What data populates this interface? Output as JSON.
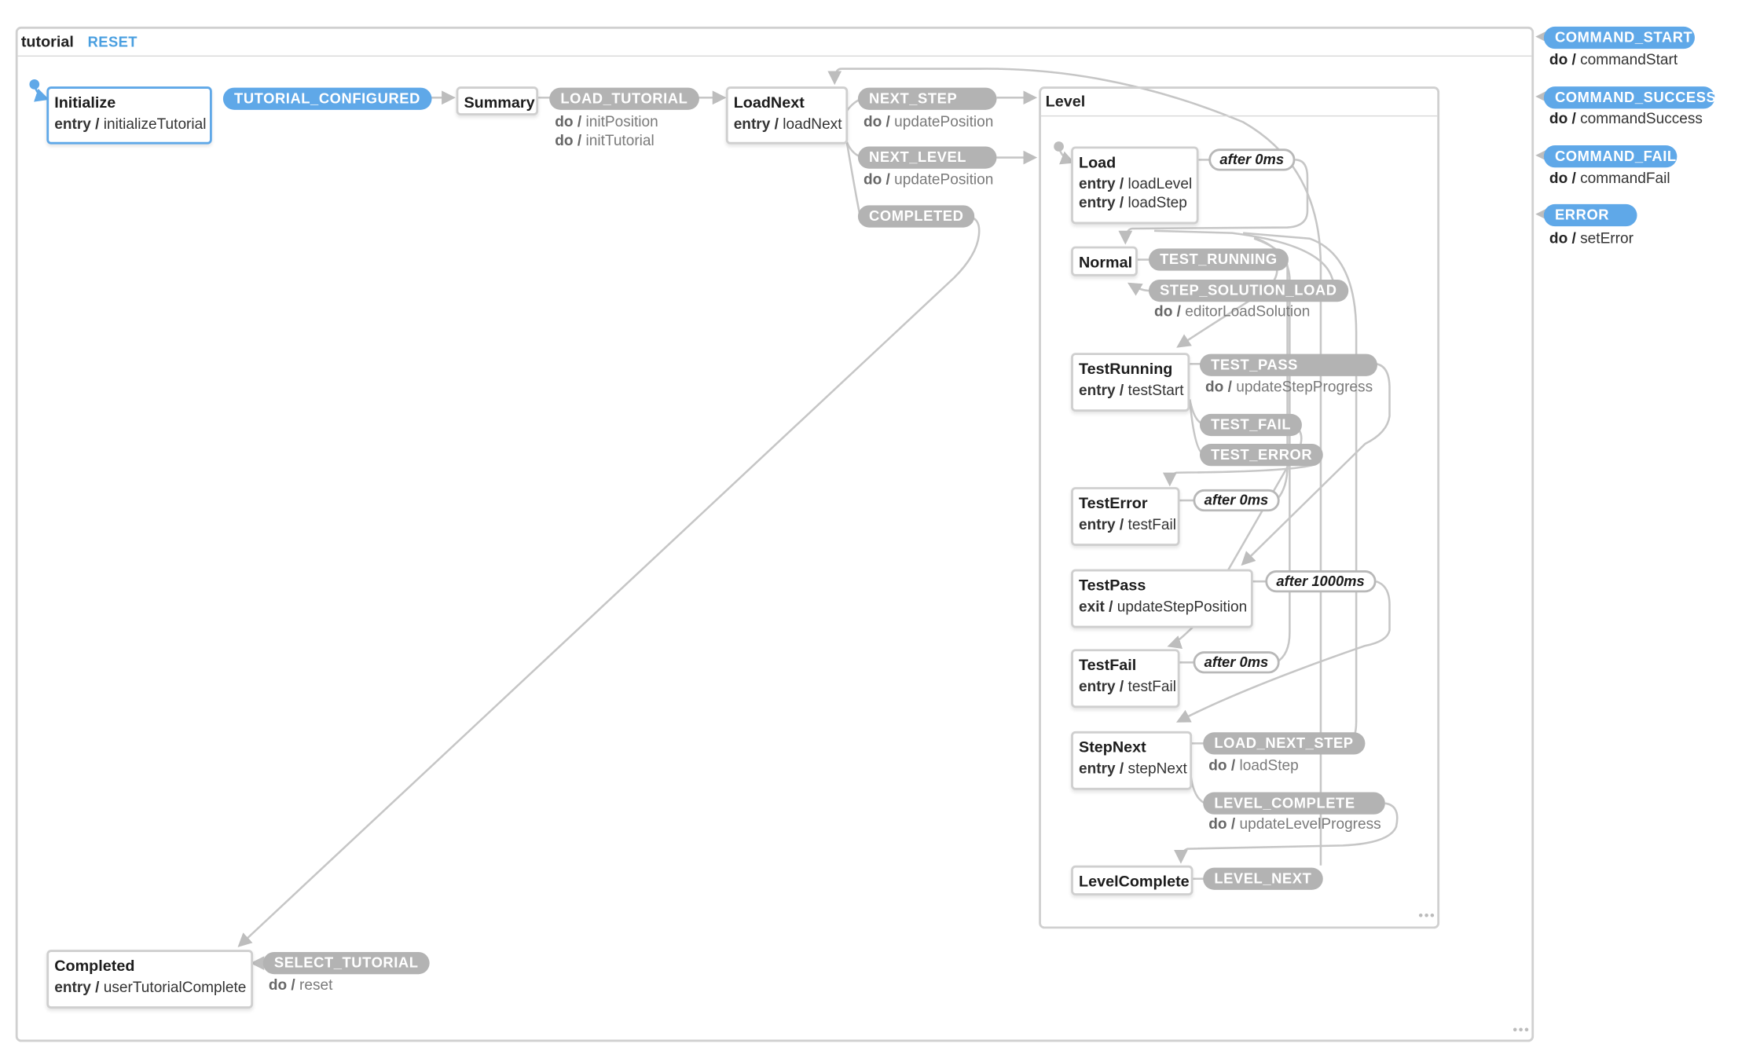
{
  "machine": {
    "title": "tutorial",
    "reset_label": "RESET"
  },
  "states": {
    "initialize": {
      "name": "Initialize",
      "entry": "initializeTutorial"
    },
    "summary": {
      "name": "Summary"
    },
    "loadnext": {
      "name": "LoadNext",
      "entry": "loadNext"
    },
    "completed": {
      "name": "Completed",
      "entry": "userTutorialComplete"
    },
    "level": {
      "name": "Level"
    },
    "load": {
      "name": "Load",
      "entry": [
        "loadLevel",
        "loadStep"
      ]
    },
    "normal": {
      "name": "Normal"
    },
    "testrunning": {
      "name": "TestRunning",
      "entry": "testStart"
    },
    "testerror": {
      "name": "TestError",
      "entry": "testFail"
    },
    "testpass": {
      "name": "TestPass",
      "exit": "updateStepPosition"
    },
    "testfail": {
      "name": "TestFail",
      "entry": "testFail"
    },
    "stepnext": {
      "name": "StepNext",
      "entry": "stepNext"
    },
    "levelcomplete": {
      "name": "LevelComplete"
    }
  },
  "keywords": {
    "entry": "entry /",
    "exit": "exit /",
    "do": "do /"
  },
  "events": {
    "tutorial_configured": "TUTORIAL_CONFIGURED",
    "load_tutorial": {
      "label": "LOAD_TUTORIAL",
      "actions": [
        "initPosition",
        "initTutorial"
      ]
    },
    "next_step": {
      "label": "NEXT_STEP",
      "action": "updatePosition"
    },
    "next_level": {
      "label": "NEXT_LEVEL",
      "action": "updatePosition"
    },
    "completed": "COMPLETED",
    "select_tutorial": {
      "label": "SELECT_TUTORIAL",
      "action": "reset"
    },
    "test_running": "TEST_RUNNING",
    "step_solution_load": {
      "label": "STEP_SOLUTION_LOAD",
      "action": "editorLoadSolution"
    },
    "test_pass": {
      "label": "TEST_PASS",
      "action": "updateStepProgress"
    },
    "test_fail": "TEST_FAIL",
    "test_error": "TEST_ERROR",
    "load_next_step": {
      "label": "LOAD_NEXT_STEP",
      "action": "loadStep"
    },
    "level_complete": {
      "label": "LEVEL_COMPLETE",
      "action": "updateLevelProgress"
    },
    "level_next": "LEVEL_NEXT"
  },
  "delays": {
    "load": "after 0ms",
    "testerror": "after 0ms",
    "testpass": "after 1000ms",
    "testfail": "after 0ms"
  },
  "global_events": [
    {
      "label": "COMMAND_START",
      "action": "commandStart"
    },
    {
      "label": "COMMAND_SUCCESS",
      "action": "commandSuccess"
    },
    {
      "label": "COMMAND_FAIL",
      "action": "commandFail"
    },
    {
      "label": "ERROR",
      "action": "setError"
    }
  ],
  "colors": {
    "active": "#5fa8e8",
    "event": "#b3b3b3",
    "edge": "#c4c4c4",
    "frame": "#d0d0d0"
  }
}
